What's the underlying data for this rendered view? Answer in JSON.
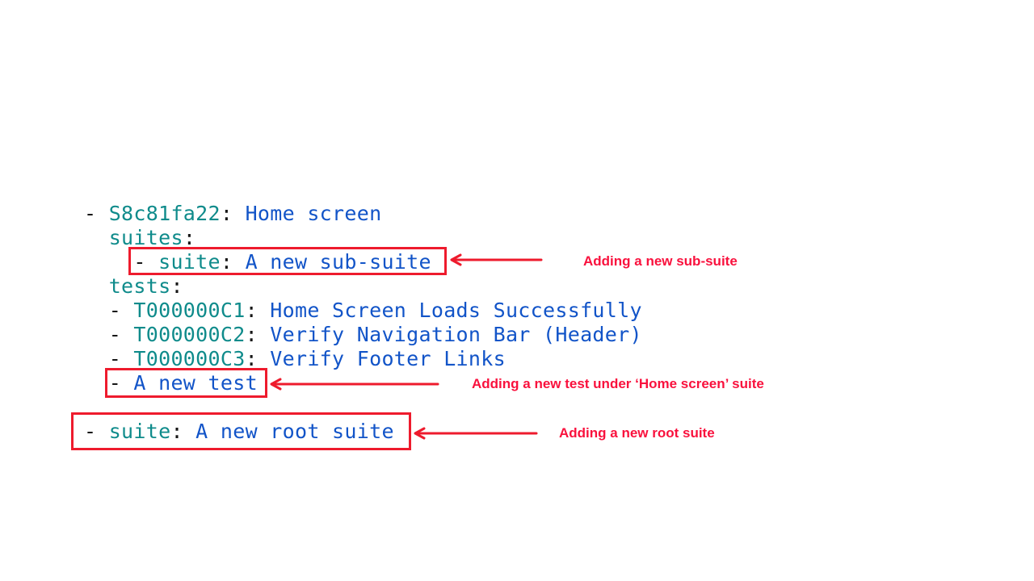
{
  "colors": {
    "key": "#0f8b8b",
    "value": "#1254c8",
    "plain": "#161616",
    "box_red": "#ee1b2d",
    "label_red": "#f9113d",
    "background": "#ffffff"
  },
  "code": {
    "language": "yaml",
    "lines": [
      {
        "tokens": [
          {
            "t": "- ",
            "c": "plain"
          },
          {
            "t": "S8c81fa22",
            "c": "key"
          },
          {
            "t": ": ",
            "c": "plain"
          },
          {
            "t": "Home screen",
            "c": "value"
          }
        ]
      },
      {
        "tokens": [
          {
            "t": "  ",
            "c": "plain"
          },
          {
            "t": "suites",
            "c": "key"
          },
          {
            "t": ":",
            "c": "plain"
          }
        ]
      },
      {
        "tokens": [
          {
            "t": "    - ",
            "c": "plain"
          },
          {
            "t": "suite",
            "c": "key"
          },
          {
            "t": ": ",
            "c": "plain"
          },
          {
            "t": "A new sub-suite",
            "c": "value"
          }
        ]
      },
      {
        "tokens": [
          {
            "t": "  ",
            "c": "plain"
          },
          {
            "t": "tests",
            "c": "key"
          },
          {
            "t": ":",
            "c": "plain"
          }
        ]
      },
      {
        "tokens": [
          {
            "t": "  - ",
            "c": "plain"
          },
          {
            "t": "T000000C1",
            "c": "key"
          },
          {
            "t": ": ",
            "c": "plain"
          },
          {
            "t": "Home Screen Loads Successfully",
            "c": "value"
          }
        ]
      },
      {
        "tokens": [
          {
            "t": "  - ",
            "c": "plain"
          },
          {
            "t": "T000000C2",
            "c": "key"
          },
          {
            "t": ": ",
            "c": "plain"
          },
          {
            "t": "Verify Navigation Bar (Header)",
            "c": "value"
          }
        ]
      },
      {
        "tokens": [
          {
            "t": "  - ",
            "c": "plain"
          },
          {
            "t": "T000000C3",
            "c": "key"
          },
          {
            "t": ": ",
            "c": "plain"
          },
          {
            "t": "Verify Footer Links",
            "c": "value"
          }
        ]
      },
      {
        "tokens": [
          {
            "t": "  - ",
            "c": "plain"
          },
          {
            "t": "A new test",
            "c": "value"
          }
        ]
      },
      {
        "tokens": []
      },
      {
        "tokens": [
          {
            "t": "- ",
            "c": "plain"
          },
          {
            "t": "suite",
            "c": "key"
          },
          {
            "t": ": ",
            "c": "plain"
          },
          {
            "t": "A new root suite",
            "c": "value"
          }
        ]
      }
    ]
  },
  "annotations": [
    {
      "label": "Adding a new sub-suite"
    },
    {
      "label": "Adding a new test under ‘Home screen’ suite"
    },
    {
      "label": "Adding a new root suite"
    }
  ]
}
